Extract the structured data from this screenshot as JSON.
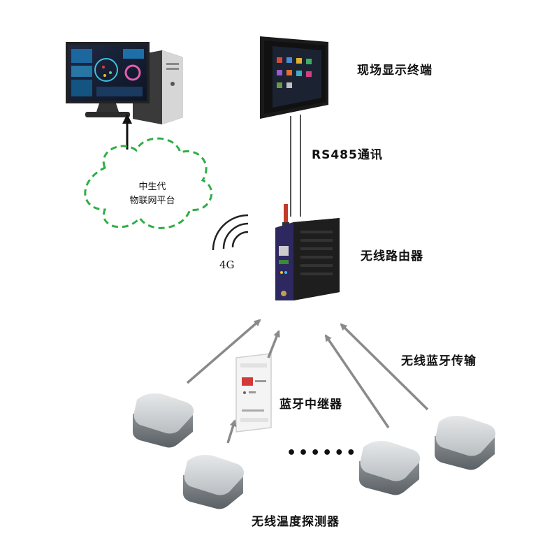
{
  "labels": {
    "display_terminal": "现场显示终端",
    "rs485": "RS485通讯",
    "router": "无线路由器",
    "cloud_line1": "中生代",
    "cloud_line2": "物联网平台",
    "signal": "4G",
    "bluetooth": "无线蓝牙传输",
    "repeater": "蓝牙中继器",
    "ellipsis": "••••••",
    "sensors": "无线温度探测器"
  },
  "colors": {
    "cloud_stroke": "#2eae46",
    "arrow_gray": "#8a8a8a",
    "arrow_black": "#111111"
  }
}
